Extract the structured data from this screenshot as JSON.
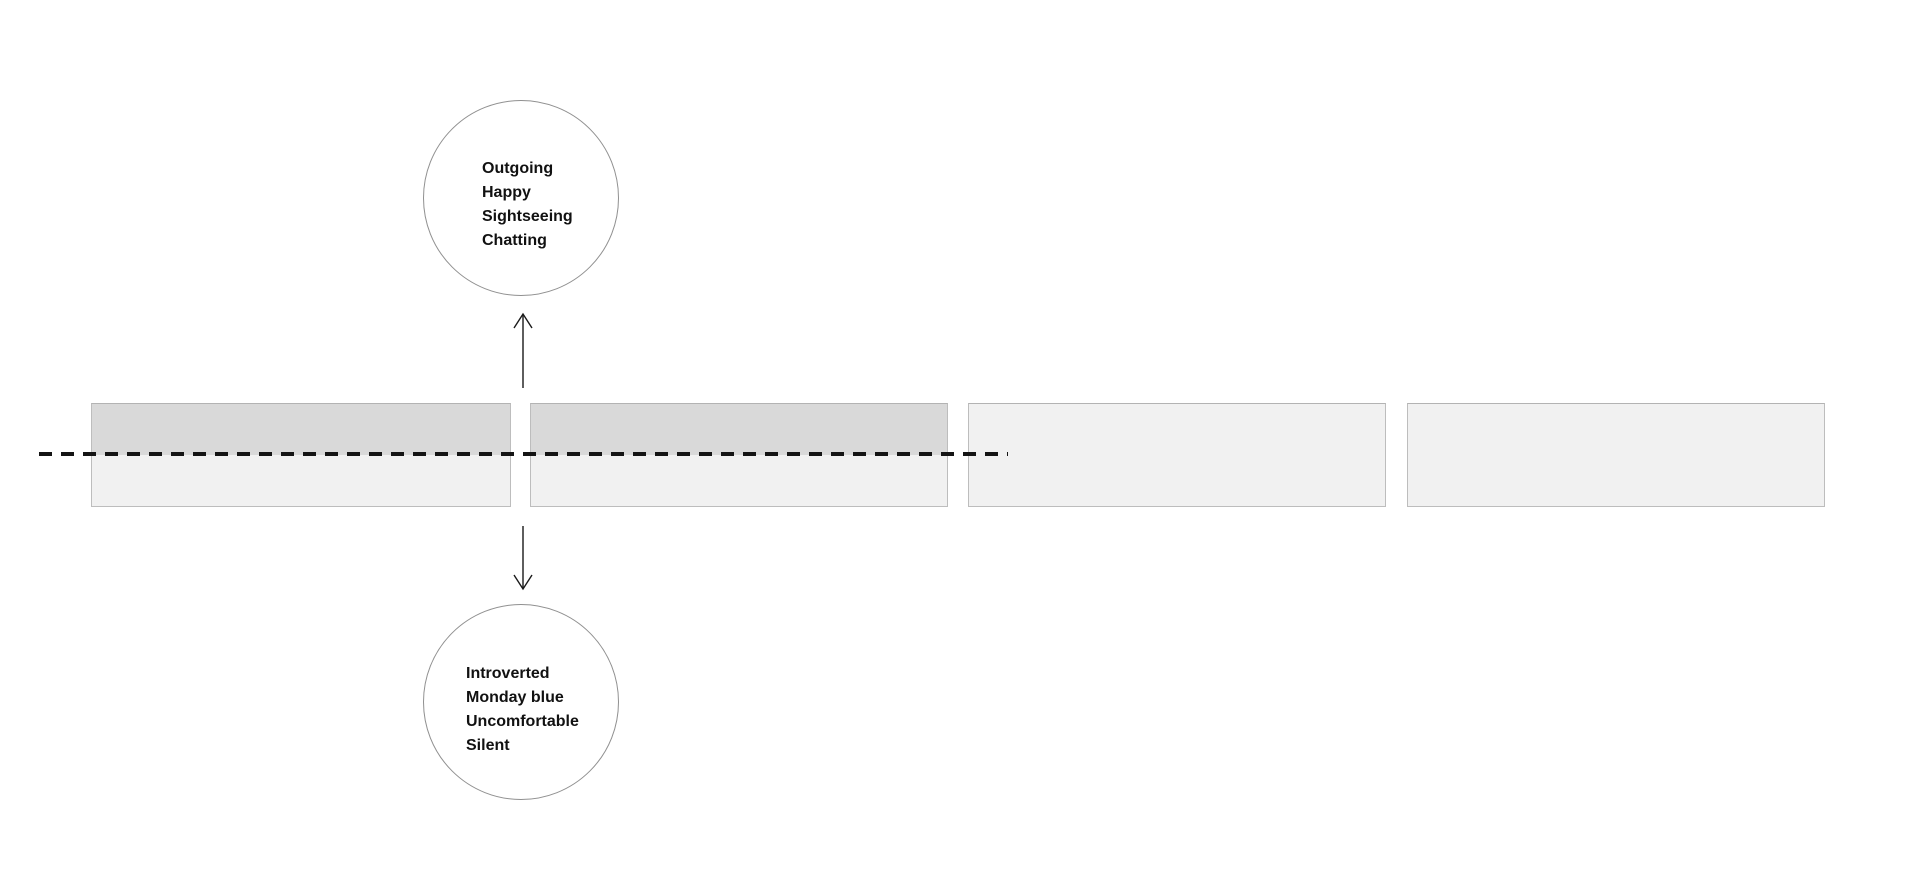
{
  "canvas": {
    "background": "#ffffff"
  },
  "positive_circle": {
    "lines": [
      "Outgoing",
      "Happy",
      "Sightseeing",
      "Chatting"
    ]
  },
  "negative_circle": {
    "lines": [
      "Introverted",
      "Monday blue",
      "Uncomfortable",
      "Silent"
    ]
  },
  "timeline": {
    "boxes": [
      {
        "fill": "half-dark"
      },
      {
        "fill": "half-dark"
      },
      {
        "fill": "plain"
      },
      {
        "fill": "plain"
      }
    ]
  },
  "icons": {
    "up_arrow": "arrow-up",
    "down_arrow": "arrow-down"
  },
  "colors": {
    "box_fill_light": "#f1f1f1",
    "box_fill_dark": "#d9d9d9",
    "box_border": "#bdbdbd",
    "circle_border": "#909090",
    "dashed_line": "#141414",
    "arrow": "#1a1a1a",
    "text": "#111111"
  }
}
